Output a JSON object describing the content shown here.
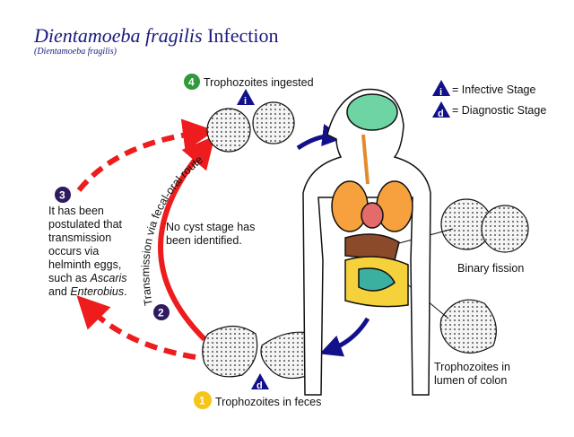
{
  "title": {
    "italic": "Dientamoeba fragilis",
    "plain": " Infection",
    "subtitle": "(Dientamoeba fragilis)"
  },
  "legend": {
    "infective_symbol": "i",
    "infective_label": "= Infective Stage",
    "diagnostic_symbol": "d",
    "diagnostic_label": "= Diagnostic Stage"
  },
  "steps": [
    {
      "number": "1",
      "label": "Trophozoites in feces",
      "color": "#f5c518"
    },
    {
      "number": "2",
      "label": "Transmission via fecal-oral route",
      "color": "#2e1a5e"
    },
    {
      "number": "3",
      "lines": [
        "It has been",
        "postulated that",
        "transmission",
        "occurs via",
        "helminth eggs,"
      ],
      "line6_prefix": "such as ",
      "line6_italic": "Ascaris",
      "line7_prefix": "and ",
      "line7_italic": "Enterobius",
      "line7_suffix": ".",
      "color": "#2e1a5e"
    },
    {
      "number": "4",
      "label": "Trophozoites ingested",
      "color": "#2e9a3a"
    }
  ],
  "notes": {
    "no_cyst": [
      "No cyst stage has",
      "been identified."
    ],
    "binary_fission": "Binary fission",
    "lumen": [
      "Trophozoites in",
      "lumen of colon"
    ]
  },
  "colors": {
    "arrow_red": "#ee1c1c",
    "arrow_blue": "#12108a",
    "title": "#1a1a7e"
  }
}
